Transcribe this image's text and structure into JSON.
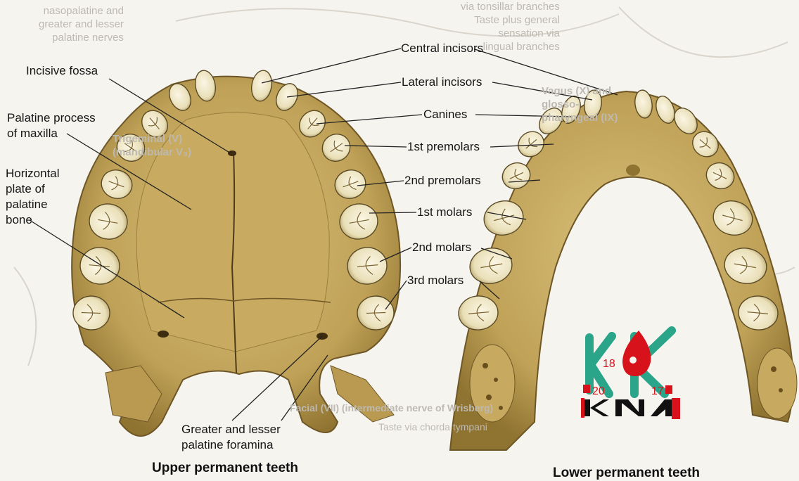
{
  "labels": {
    "central_incisors": "Central incisors",
    "lateral_incisors": "Lateral incisors",
    "canines": "Canines",
    "first_premolars": "1st premolars",
    "second_premolars": "2nd premolars",
    "first_molars": "1st molars",
    "second_molars": "2nd molars",
    "third_molars": "3rd molars",
    "incisive_fossa": "Incisive fossa",
    "palatine_process": [
      "Palatine process",
      "of maxilla"
    ],
    "horizontal_plate": [
      "Horizontal",
      "plate of",
      "palatine",
      "bone"
    ],
    "palatine_foramina": [
      "Greater and lesser",
      "palatine foramina"
    ]
  },
  "captions": {
    "upper": "Upper permanent teeth",
    "lower": "Lower permanent teeth"
  },
  "background_text": {
    "top_left": [
      "nasopalatine and",
      "greater and lesser",
      "palatine nerves"
    ],
    "top_center": [
      "via tonsillar branches",
      "Taste plus general",
      "sensation via",
      "lingual branches"
    ],
    "vagus": [
      "Vagus (X) and",
      "glosso-",
      "pharyngeal (IX)"
    ],
    "trigeminal": [
      "Trigeminal (V)",
      "(mandibular V₃)"
    ],
    "facial": "Facial (VII) (intermediate nerve of Wrisberg)",
    "taste": "Taste via chorda tympani"
  },
  "logo": {
    "letters": "KK",
    "year_left": "20",
    "year_right": "17",
    "number": "18",
    "bottom": "KNA",
    "colors": {
      "teal": "#2aa58a",
      "red": "#d8121b"
    }
  },
  "colors": {
    "bone": "#c9ad63",
    "bone_dark": "#8f7330",
    "tooth": "#f2ebcf",
    "tooth_edge": "#5a4a26",
    "leader": "#222222"
  }
}
